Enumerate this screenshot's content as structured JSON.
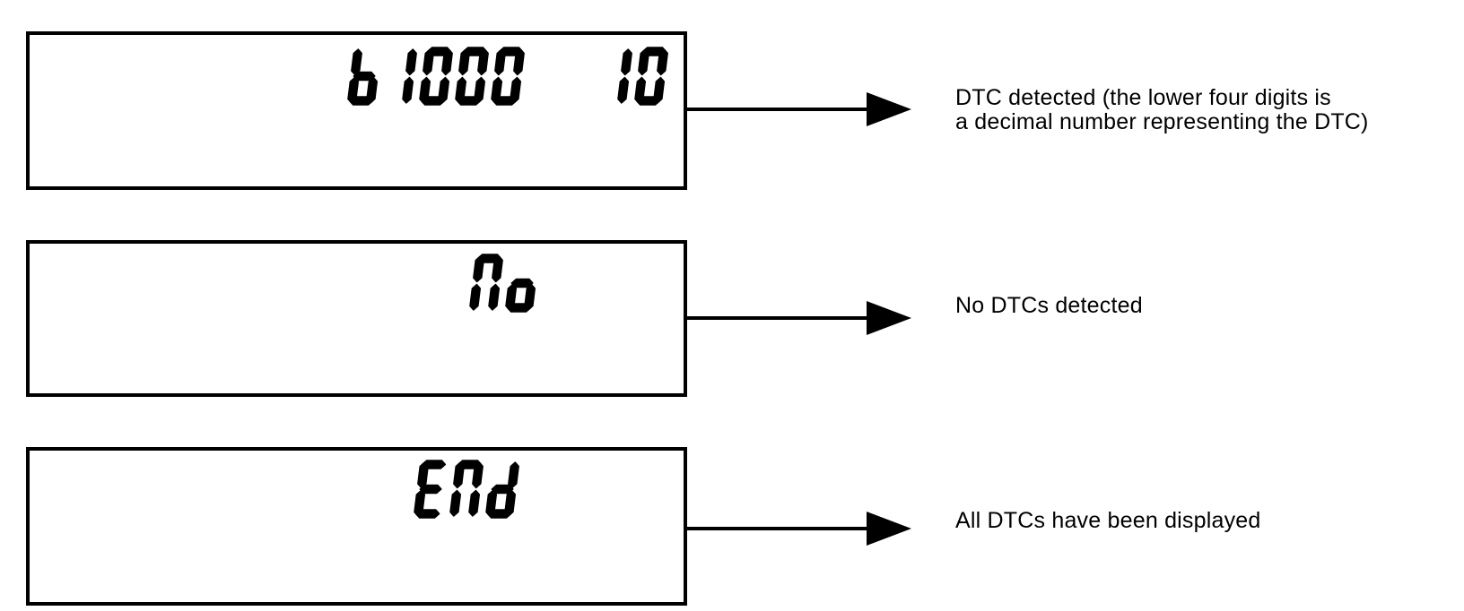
{
  "figure": {
    "rows": [
      {
        "display": "b1000  10",
        "label": "DTC detected (the lower four digits is\na decimal number representing the DTC)"
      },
      {
        "display": "No",
        "label": "No DTCs detected"
      },
      {
        "display": "End",
        "label": "All DTCs have been displayed"
      }
    ]
  },
  "seven_seg": {
    "color": "#000000",
    "segmap": {
      "b": "cdefg",
      "1": "bc",
      "0": "abcdef",
      "N": "abcef",
      "n": "abcef",
      "o": "cdeg",
      "E": "adefg",
      "d": "bcdeg",
      " ": ""
    }
  },
  "colors": {
    "ink": "#000000",
    "background": "#ffffff"
  }
}
